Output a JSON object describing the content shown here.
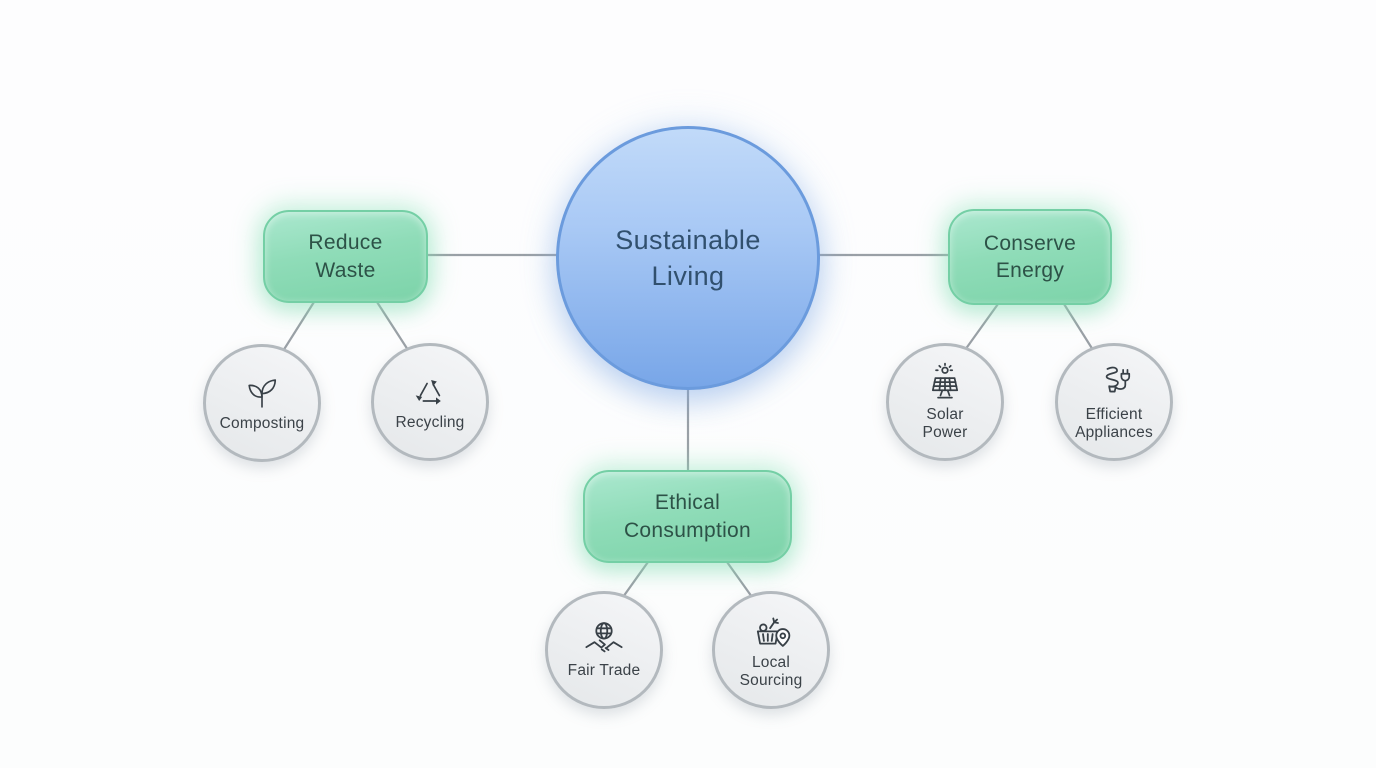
{
  "diagram": {
    "type": "mindmap",
    "center": {
      "label": "Sustainable Living"
    },
    "branches": [
      {
        "label": "Reduce Waste",
        "children": [
          {
            "label": "Composting",
            "icon": "seedling-icon"
          },
          {
            "label": "Recycling",
            "icon": "recycling-arrows-icon"
          }
        ]
      },
      {
        "label": "Conserve Energy",
        "children": [
          {
            "label": "Solar Power",
            "icon": "solar-panel-sun-icon"
          },
          {
            "label": "Efficient Appliances",
            "icon": "cfl-bulb-plug-icon"
          }
        ]
      },
      {
        "label": "Ethical Consumption",
        "children": [
          {
            "label": "Fair Trade",
            "icon": "handshake-globe-icon"
          },
          {
            "label": "Local Sourcing",
            "icon": "produce-basket-pin-icon"
          }
        ]
      }
    ],
    "colors": {
      "background": "#fdfdfe",
      "center_fill_top": "#c1daf9",
      "center_fill_bottom": "#78a6e8",
      "center_border": "#6b9bdd",
      "center_text": "#31506e",
      "branch_fill_top": "#abe8cf",
      "branch_fill_bottom": "#7cd3a9",
      "branch_border": "#74cfa5",
      "branch_text": "#2d5247",
      "leaf_fill": "#eceef0",
      "leaf_border": "#b3b9be",
      "leaf_text": "#3b4248",
      "connector_line": "#9aa0a6"
    }
  }
}
